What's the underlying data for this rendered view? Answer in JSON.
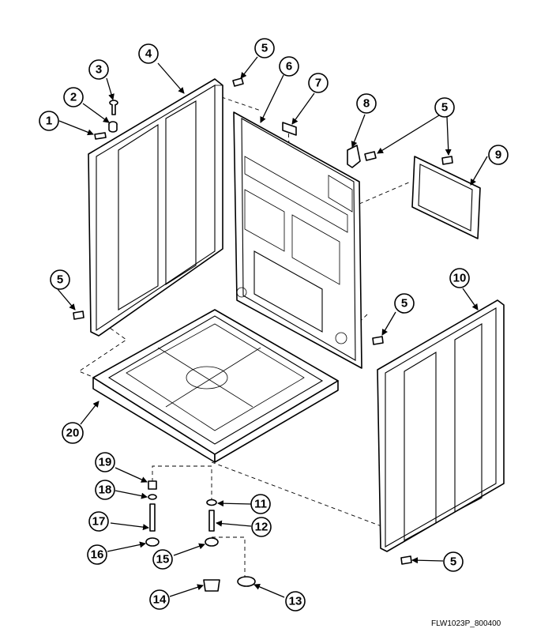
{
  "diagram": {
    "callouts": [
      "1",
      "2",
      "3",
      "4",
      "5",
      "6",
      "7",
      "8",
      "9",
      "10",
      "11",
      "12",
      "13",
      "14",
      "15",
      "16",
      "17",
      "18",
      "19",
      "20"
    ],
    "drawing_code": "FLW1023P_800400"
  }
}
